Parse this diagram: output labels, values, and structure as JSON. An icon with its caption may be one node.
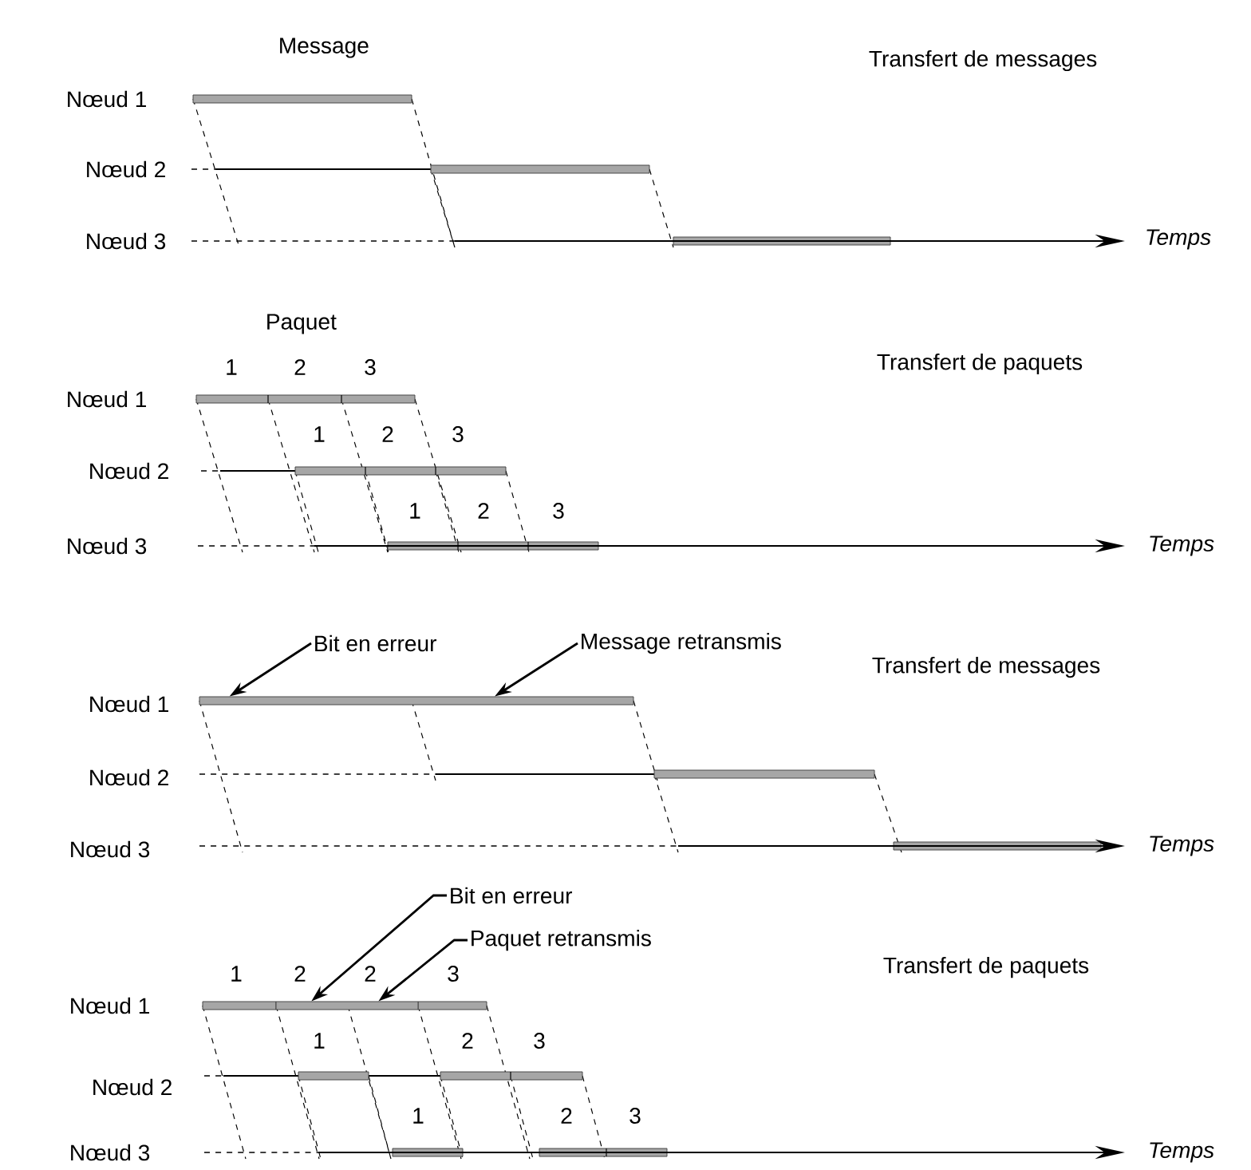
{
  "diagram": {
    "nodes": [
      {
        "text": [
          "Bit en erreur"
        ]
      },
      {
        "text": [
          "Message retransmis"
        ]
      },
      {
        "text": [],
        "shape": "bar"
      },
      {
        "text": [
          "Bit en erreur"
        ]
      },
      {
        "text": [
          "Paquet retransmis"
        ]
      },
      {
        "text": [],
        "shape": "bar"
      }
    ],
    "edges": [
      {
        "from": 0,
        "to": 2,
        "arrow": "to"
      },
      {
        "from": 1,
        "to": 2,
        "arrow": "to"
      },
      {
        "from": 3,
        "to": 5,
        "arrow": "to"
      },
      {
        "from": 4,
        "to": 5,
        "arrow": "to"
      }
    ],
    "labels": [
      "Message",
      "Transfert de messages",
      "Nœud 1",
      "Nœud 2",
      "Nœud 3",
      "Temps",
      "Paquet",
      "1",
      "2",
      "3",
      "Transfert de paquets",
      "Nœud 1",
      "1",
      "2",
      "3",
      "Nœud 2",
      "1",
      "2",
      "3",
      "Nœud 3",
      "Temps",
      "Transfert de messages",
      "Nœud 1",
      "Nœud 2",
      "Nœud 3",
      "Temps",
      "1",
      "2",
      "2",
      "3",
      "Transfert de paquets",
      "Nœud 1",
      "1",
      "2",
      "3",
      "Nœud 2",
      "1",
      "2",
      "3",
      "Nœud 3",
      "Temps"
    ]
  }
}
